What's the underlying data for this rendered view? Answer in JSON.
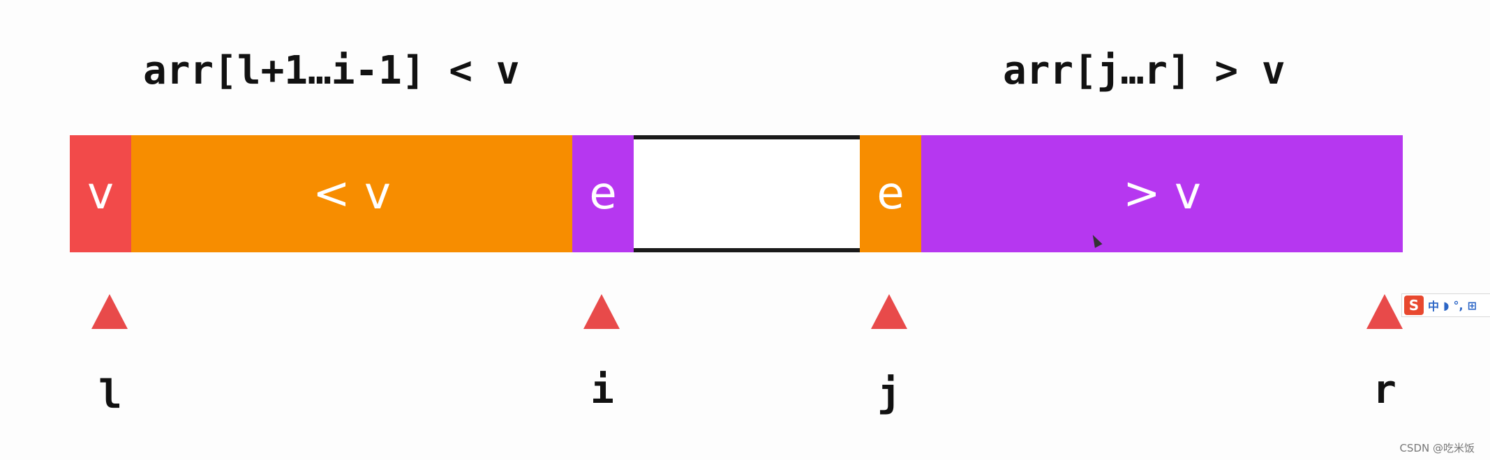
{
  "annotations": {
    "left": "arr[l+1…i-1] < v",
    "right": "arr[j…r] > v"
  },
  "segments": [
    {
      "id": "pivot",
      "label": "v",
      "color": "#f24a4a"
    },
    {
      "id": "less",
      "label": "< v",
      "color": "#f78d00"
    },
    {
      "id": "equal-left",
      "label": "e",
      "color": "#b637f0"
    },
    {
      "id": "unknown",
      "label": "",
      "color": "#ffffff"
    },
    {
      "id": "equal-right",
      "label": "e",
      "color": "#f78d00"
    },
    {
      "id": "greater",
      "label": "> v",
      "color": "#b637f0"
    }
  ],
  "indices": {
    "l": "l",
    "i": "i",
    "j": "j",
    "r": "r"
  },
  "marker_color": "#e84a4a",
  "ime_toolbar": {
    "logo": "S",
    "lang": "中",
    "glyphs": [
      "◗",
      "°,",
      "⊞"
    ]
  },
  "watermark": "CSDN @吃米饭"
}
